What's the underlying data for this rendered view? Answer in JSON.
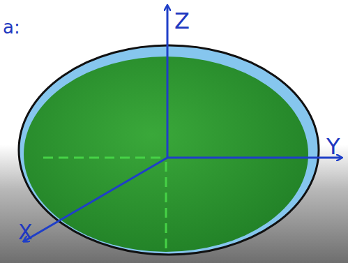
{
  "diagram": {
    "labels": [
      "a:",
      "Z",
      "Y",
      "X"
    ]
  }
}
